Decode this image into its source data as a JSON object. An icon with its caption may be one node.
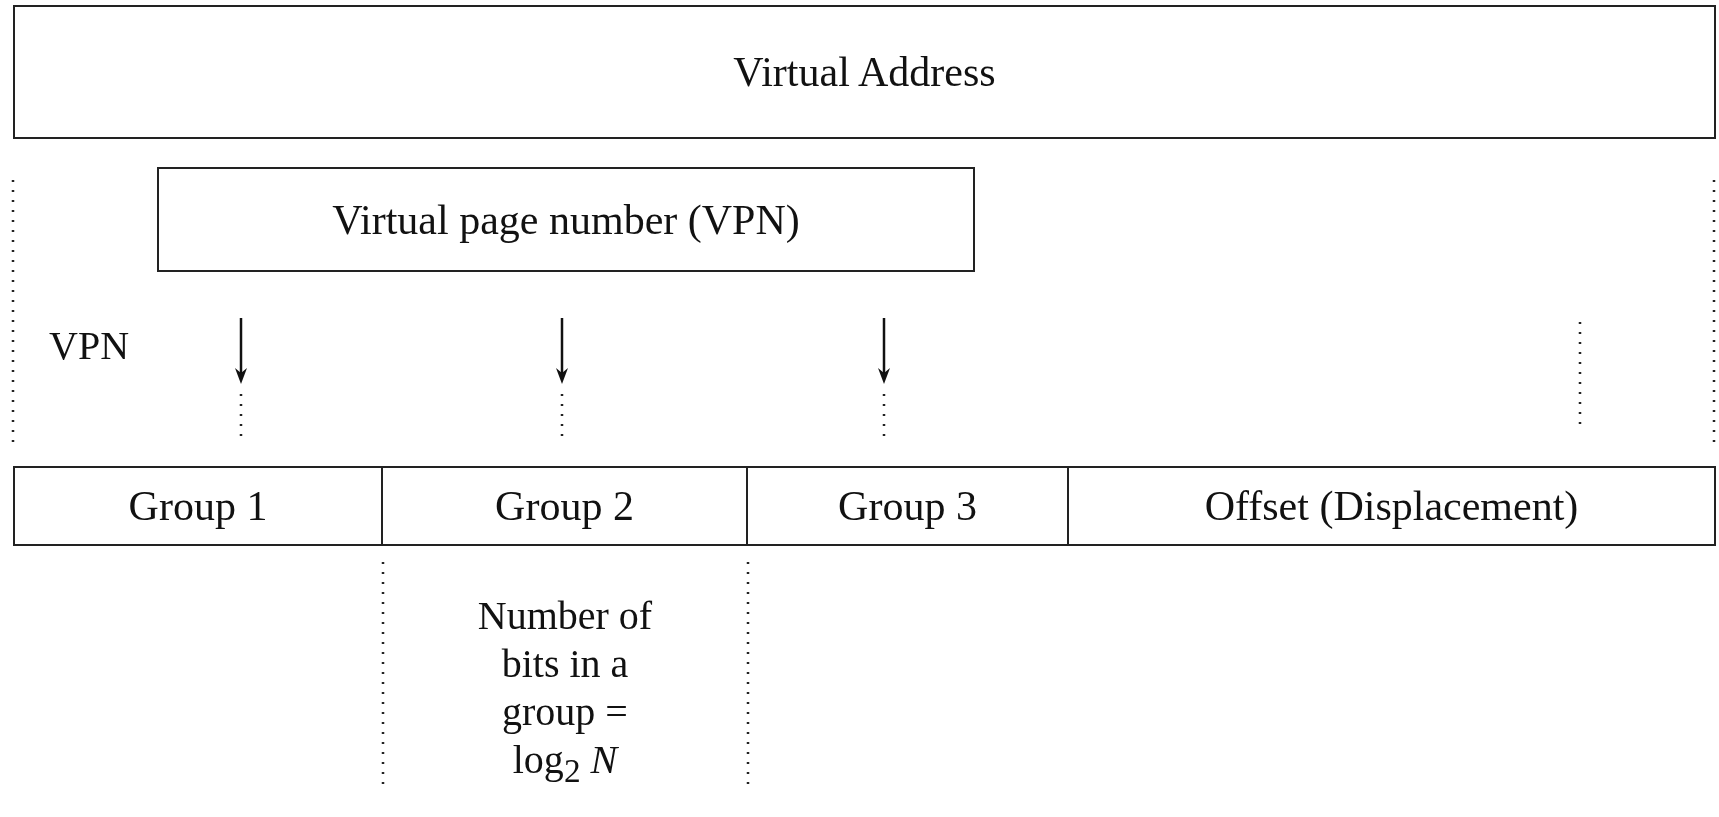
{
  "diagram": {
    "nodes": [
      {
        "text": [
          "Virtual Address"
        ]
      },
      {
        "text": [
          "Virtual page number (VPN)"
        ]
      },
      {
        "text": [
          "Group 1"
        ]
      },
      {
        "text": [
          "Group 2"
        ]
      },
      {
        "text": [
          "Group 3"
        ]
      },
      {
        "text": [
          "Offset (Displacement)"
        ]
      }
    ],
    "edges": [],
    "labels": [
      "VPN",
      "Number of bits in a group = log$_{2}$ *N*"
    ]
  }
}
